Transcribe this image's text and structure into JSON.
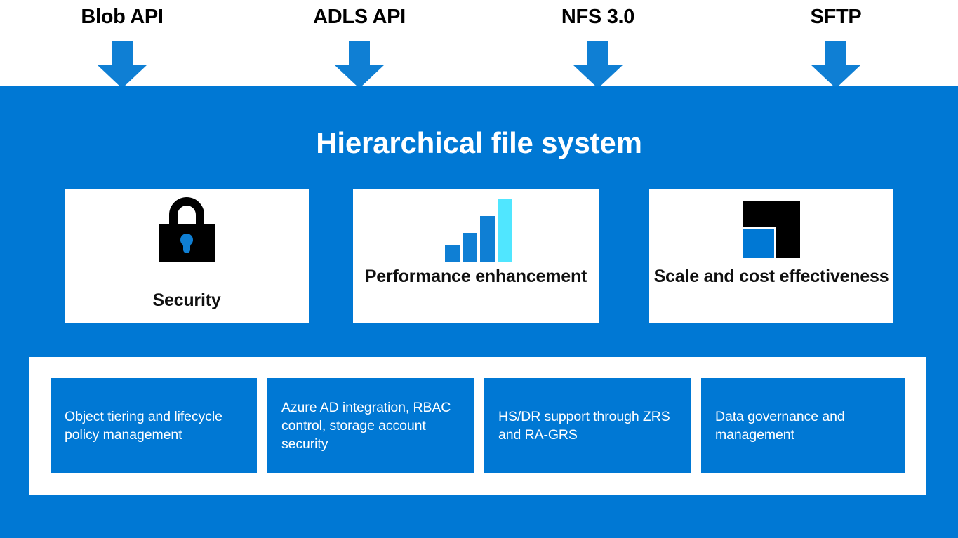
{
  "colors": {
    "panel_blue": "#0078D4",
    "accent_blue": "#0F7FD4",
    "cyan": "#50E6FF",
    "black": "#000000",
    "white": "#FFFFFF"
  },
  "api_band": {
    "entries": [
      {
        "label": "Blob API",
        "icon": "down-arrow-icon"
      },
      {
        "label": "ADLS API",
        "icon": "down-arrow-icon"
      },
      {
        "label": "NFS 3.0",
        "icon": "down-arrow-icon"
      },
      {
        "label": "SFTP",
        "icon": "down-arrow-icon"
      }
    ]
  },
  "main": {
    "title": "Hierarchical file system",
    "features": [
      {
        "label": "Security",
        "icon": "lock-icon"
      },
      {
        "label": "Performance enhancement",
        "icon": "bar-chart-icon"
      },
      {
        "label": "Scale and cost effectiveness",
        "icon": "scale-blocks-icon"
      }
    ],
    "details": [
      {
        "text": "Object tiering and lifecycle policy management"
      },
      {
        "text": "Azure AD integration, RBAC control, storage account security"
      },
      {
        "text": "HS/DR support through ZRS and RA-GRS"
      },
      {
        "text": "Data governance and management"
      }
    ]
  }
}
